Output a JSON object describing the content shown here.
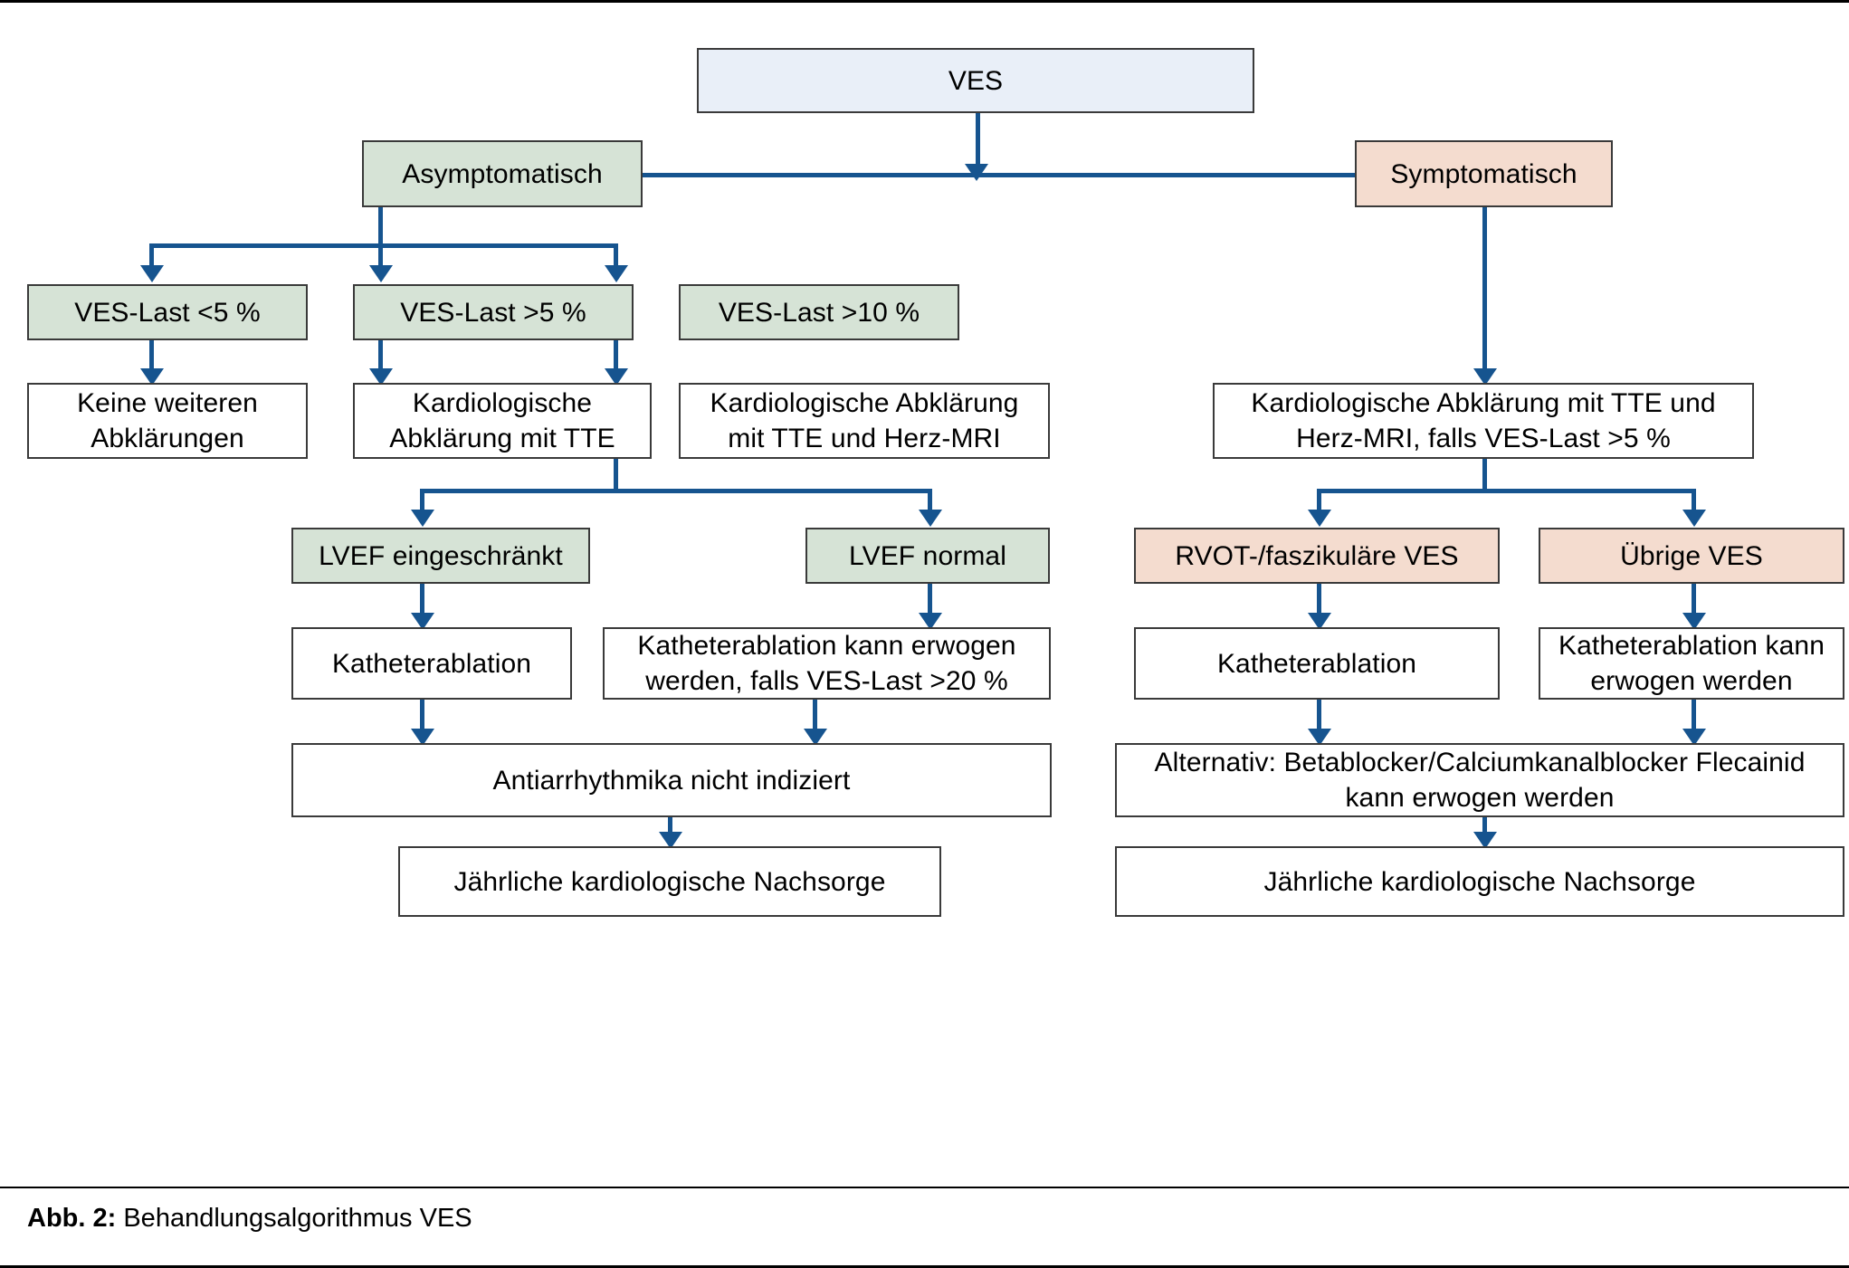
{
  "figure": {
    "label": "Abb. 2:",
    "caption": "Behandlungsalgorithmus VES"
  },
  "colors": {
    "blue_fill": "#e9eff8",
    "green_fill": "#d6e3d6",
    "pink_fill": "#f4dccf",
    "white_fill": "#ffffff",
    "connector": "#16548f",
    "border": "#3a3a3a"
  },
  "nodes": {
    "root": "VES",
    "asymptomatic": "Asymptomatisch",
    "symptomatic": "Symptomatisch",
    "burden_lt5": "VES-Last <5 %",
    "burden_gt5": "VES-Last >5 %",
    "burden_gt10": "VES-Last >10 %",
    "no_further": "Keine weiteren\nAbklärungen",
    "cardio_tte": "Kardiologische\nAbklärung mit TTE",
    "cardio_tte_mri": "Kardiologische Abklärung\nmit TTE und Herz-MRI",
    "cardio_tte_mri_sympt": "Kardiologische Abklärung mit TTE und\nHerz-MRI, falls VES-Last >5 %",
    "lvef_reduced": "LVEF eingeschränkt",
    "lvef_normal": "LVEF normal",
    "rvot_fascicular": "RVOT-/faszikuläre VES",
    "other_ves": "Übrige VES",
    "ablation_left": "Katheterablation",
    "ablation_considered_20": "Katheterablation kann erwogen\nwerden, falls VES-Last >20 %",
    "ablation_right": "Katheterablation",
    "ablation_considered": "Katheterablation kann\nerwogen werden",
    "no_antiarrhythmics": "Antiarrhythmika nicht indiziert",
    "alternative_drugs": "Alternativ: Betablocker/Calciumkanalblocker Flecainid\nkann erwogen werden",
    "followup_left": "Jährliche kardiologische Nachsorge",
    "followup_right": "Jährliche kardiologische Nachsorge"
  },
  "flow": {
    "type": "flowchart",
    "title": "Behandlungsalgorithmus VES",
    "edges": [
      {
        "from": "root",
        "to": "asymptomatic"
      },
      {
        "from": "root",
        "to": "symptomatic"
      },
      {
        "from": "asymptomatic",
        "to": "burden_lt5"
      },
      {
        "from": "asymptomatic",
        "to": "burden_gt5"
      },
      {
        "from": "asymptomatic",
        "to": "burden_gt10"
      },
      {
        "from": "burden_lt5",
        "to": "no_further"
      },
      {
        "from": "burden_gt5",
        "to": "cardio_tte"
      },
      {
        "from": "burden_gt10",
        "to": "cardio_tte_mri"
      },
      {
        "from": "cardio_tte_mri",
        "to": "lvef_reduced"
      },
      {
        "from": "cardio_tte_mri",
        "to": "lvef_normal"
      },
      {
        "from": "lvef_reduced",
        "to": "ablation_left"
      },
      {
        "from": "lvef_normal",
        "to": "ablation_considered_20"
      },
      {
        "from": "ablation_left",
        "to": "no_antiarrhythmics"
      },
      {
        "from": "ablation_considered_20",
        "to": "no_antiarrhythmics"
      },
      {
        "from": "no_antiarrhythmics",
        "to": "followup_left"
      },
      {
        "from": "symptomatic",
        "to": "cardio_tte_mri_sympt"
      },
      {
        "from": "cardio_tte_mri_sympt",
        "to": "rvot_fascicular"
      },
      {
        "from": "cardio_tte_mri_sympt",
        "to": "other_ves"
      },
      {
        "from": "rvot_fascicular",
        "to": "ablation_right"
      },
      {
        "from": "other_ves",
        "to": "ablation_considered"
      },
      {
        "from": "ablation_right",
        "to": "alternative_drugs"
      },
      {
        "from": "ablation_considered",
        "to": "alternative_drugs"
      },
      {
        "from": "alternative_drugs",
        "to": "followup_right"
      }
    ]
  }
}
